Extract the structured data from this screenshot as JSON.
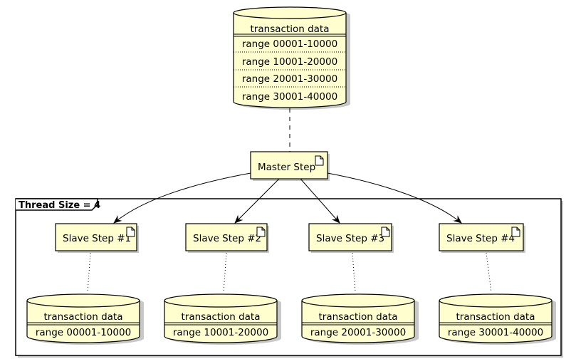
{
  "colors": {
    "node_fill": "#FEFECE",
    "stroke": "#000000",
    "shadow": "#c8c8c8"
  },
  "top_db": {
    "title": "transaction data",
    "rows": [
      "range 00001-10000",
      "range 10001-20000",
      "range 20001-30000",
      "range 30001-40000"
    ]
  },
  "master": {
    "label": "Master Step"
  },
  "frame": {
    "label": "Thread Size = 4"
  },
  "slaves": [
    {
      "label": "Slave Step #1",
      "db_title": "transaction data",
      "db_range": "range 00001-10000"
    },
    {
      "label": "Slave Step #2",
      "db_title": "transaction data",
      "db_range": "range 10001-20000"
    },
    {
      "label": "Slave Step #3",
      "db_title": "transaction data",
      "db_range": "range 20001-30000"
    },
    {
      "label": "Slave Step #4",
      "db_title": "transaction data",
      "db_range": "range 30001-40000"
    }
  ]
}
